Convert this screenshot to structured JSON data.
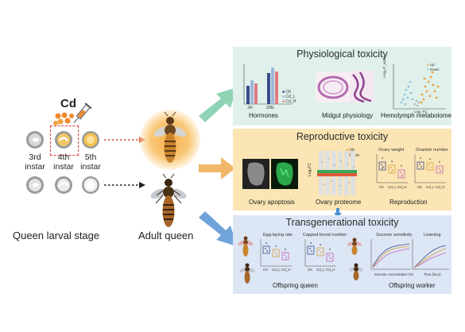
{
  "left": {
    "cd_label": "Cd",
    "instars": [
      "3rd instar",
      "4th instar",
      "5th instar"
    ],
    "instar_lines": [
      [
        "3rd",
        "instar"
      ],
      [
        "4th",
        "instar"
      ],
      [
        "5th",
        "instar"
      ]
    ],
    "stage_label": "Queen larval stage",
    "adult_label": "Adult queen"
  },
  "physiological": {
    "title": "Physiological toxicity",
    "hormones_label": "Hormones",
    "hormone_categories": [
      "JH",
      "20E"
    ],
    "hormone_legend": [
      "CK",
      "Cd_L",
      "Cd_H"
    ],
    "midgut_label": "Midgut physiology",
    "hemolymph_label": "Hemolymph metabolome",
    "volcano_legend": [
      "Up",
      "Down"
    ],
    "volcano_axis_y": "-Log₁₀P_value",
    "volcano_axis_x": "Log₂ FC"
  },
  "reproductive": {
    "title": "Reproductive toxicity",
    "apoptosis_label": "Ovary apoptosis",
    "proteome_label": "Ovary proteome",
    "proteome_legend": [
      "Up",
      "Down"
    ],
    "proteome_axis": "Log₂FC",
    "reproduction_label": "Reproduction",
    "ovary_weight_title": "Ovary weight",
    "ovariole_title": "Ovariole number",
    "groups": [
      "CK",
      "Cd_L",
      "Cd_H"
    ]
  },
  "transgenerational": {
    "title": "Transgenerational toxicity",
    "egg_title": "Egg-laying rate",
    "brood_title": "Capped brood number",
    "sucrose_title": "Sucrose sensitivity",
    "learning_title": "Learning",
    "sucrose_xlabel": "Sucrose concentration (%)",
    "learning_xlabel": "Time (hour)",
    "groups": [
      "CK",
      "Cd_L",
      "Cd_H"
    ],
    "offspring_queen_label": "Offspring queen",
    "offspring_worker_label": "Offspring worker"
  },
  "colors": {
    "ck": "#3a4a8c",
    "cd_l": "#d9a23b",
    "cd_h": "#c462b8",
    "physio_bg": "#dff1ea",
    "repro_bg": "#fbe5b4",
    "trans_bg": "#dce6f5",
    "arrow_green": "#8fd3b5",
    "arrow_orange": "#f1b768",
    "arrow_blue": "#6fa3d9"
  }
}
